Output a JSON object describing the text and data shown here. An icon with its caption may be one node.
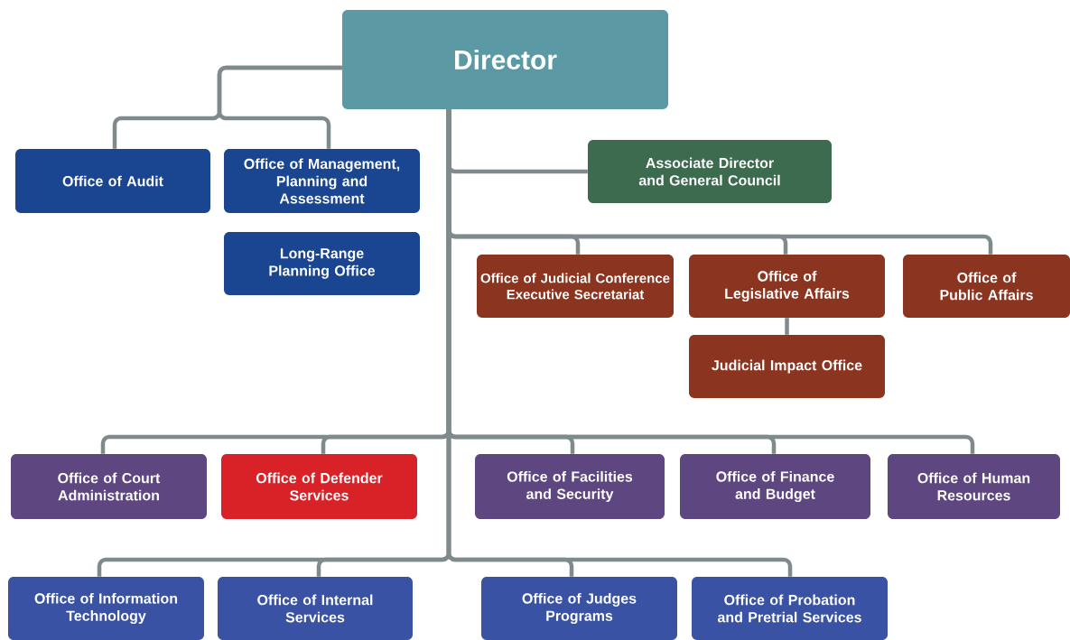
{
  "diagram": {
    "nodes": [
      {
        "text": [
          "Director"
        ]
      },
      {
        "text": [
          "Office of Audit"
        ]
      },
      {
        "text": [
          "Office of Management, Planning and Assessment"
        ]
      },
      {
        "text": [
          "Long-Range Planning Office"
        ]
      },
      {
        "text": [
          "Associate Director and General Council"
        ]
      },
      {
        "text": [
          "Office of Judicial Conference Executive Secretariat"
        ]
      },
      {
        "text": [
          "Office of Legislative Affairs"
        ]
      },
      {
        "text": [
          "Office of Public Affairs"
        ]
      },
      {
        "text": [
          "Judicial Impact Office"
        ]
      },
      {
        "text": [
          "Office of Court Administration"
        ]
      },
      {
        "text": [
          "Office of Defender Services"
        ]
      },
      {
        "text": [
          "Office of Facilities and Security"
        ]
      },
      {
        "text": [
          "Office of Finance and Budget"
        ]
      },
      {
        "text": [
          "Office of Human Resources"
        ]
      },
      {
        "text": [
          "Office of Information Technology"
        ]
      },
      {
        "text": [
          "Office of Internal Services"
        ]
      },
      {
        "text": [
          "Office of Judges Programs"
        ]
      },
      {
        "text": [
          "Office of Probation and Pretrial Services"
        ]
      }
    ],
    "edges": [
      {
        "from": 0,
        "to": 1,
        "arrow": "none"
      },
      {
        "from": 0,
        "to": 2,
        "arrow": "none"
      },
      {
        "from": 0,
        "to": 4,
        "arrow": "none"
      },
      {
        "from": 0,
        "to": 5,
        "arrow": "none"
      },
      {
        "from": 0,
        "to": 6,
        "arrow": "none"
      },
      {
        "from": 0,
        "to": 7,
        "arrow": "none"
      },
      {
        "from": 6,
        "to": 8,
        "arrow": "none"
      },
      {
        "from": 0,
        "to": 9,
        "arrow": "none"
      },
      {
        "from": 0,
        "to": 10,
        "arrow": "none"
      },
      {
        "from": 0,
        "to": 11,
        "arrow": "none"
      },
      {
        "from": 0,
        "to": 12,
        "arrow": "none"
      },
      {
        "from": 0,
        "to": 13,
        "arrow": "none"
      },
      {
        "from": 0,
        "to": 14,
        "arrow": "none"
      },
      {
        "from": 0,
        "to": 15,
        "arrow": "none"
      },
      {
        "from": 0,
        "to": 16,
        "arrow": "none"
      },
      {
        "from": 0,
        "to": 17,
        "arrow": "none"
      }
    ]
  }
}
